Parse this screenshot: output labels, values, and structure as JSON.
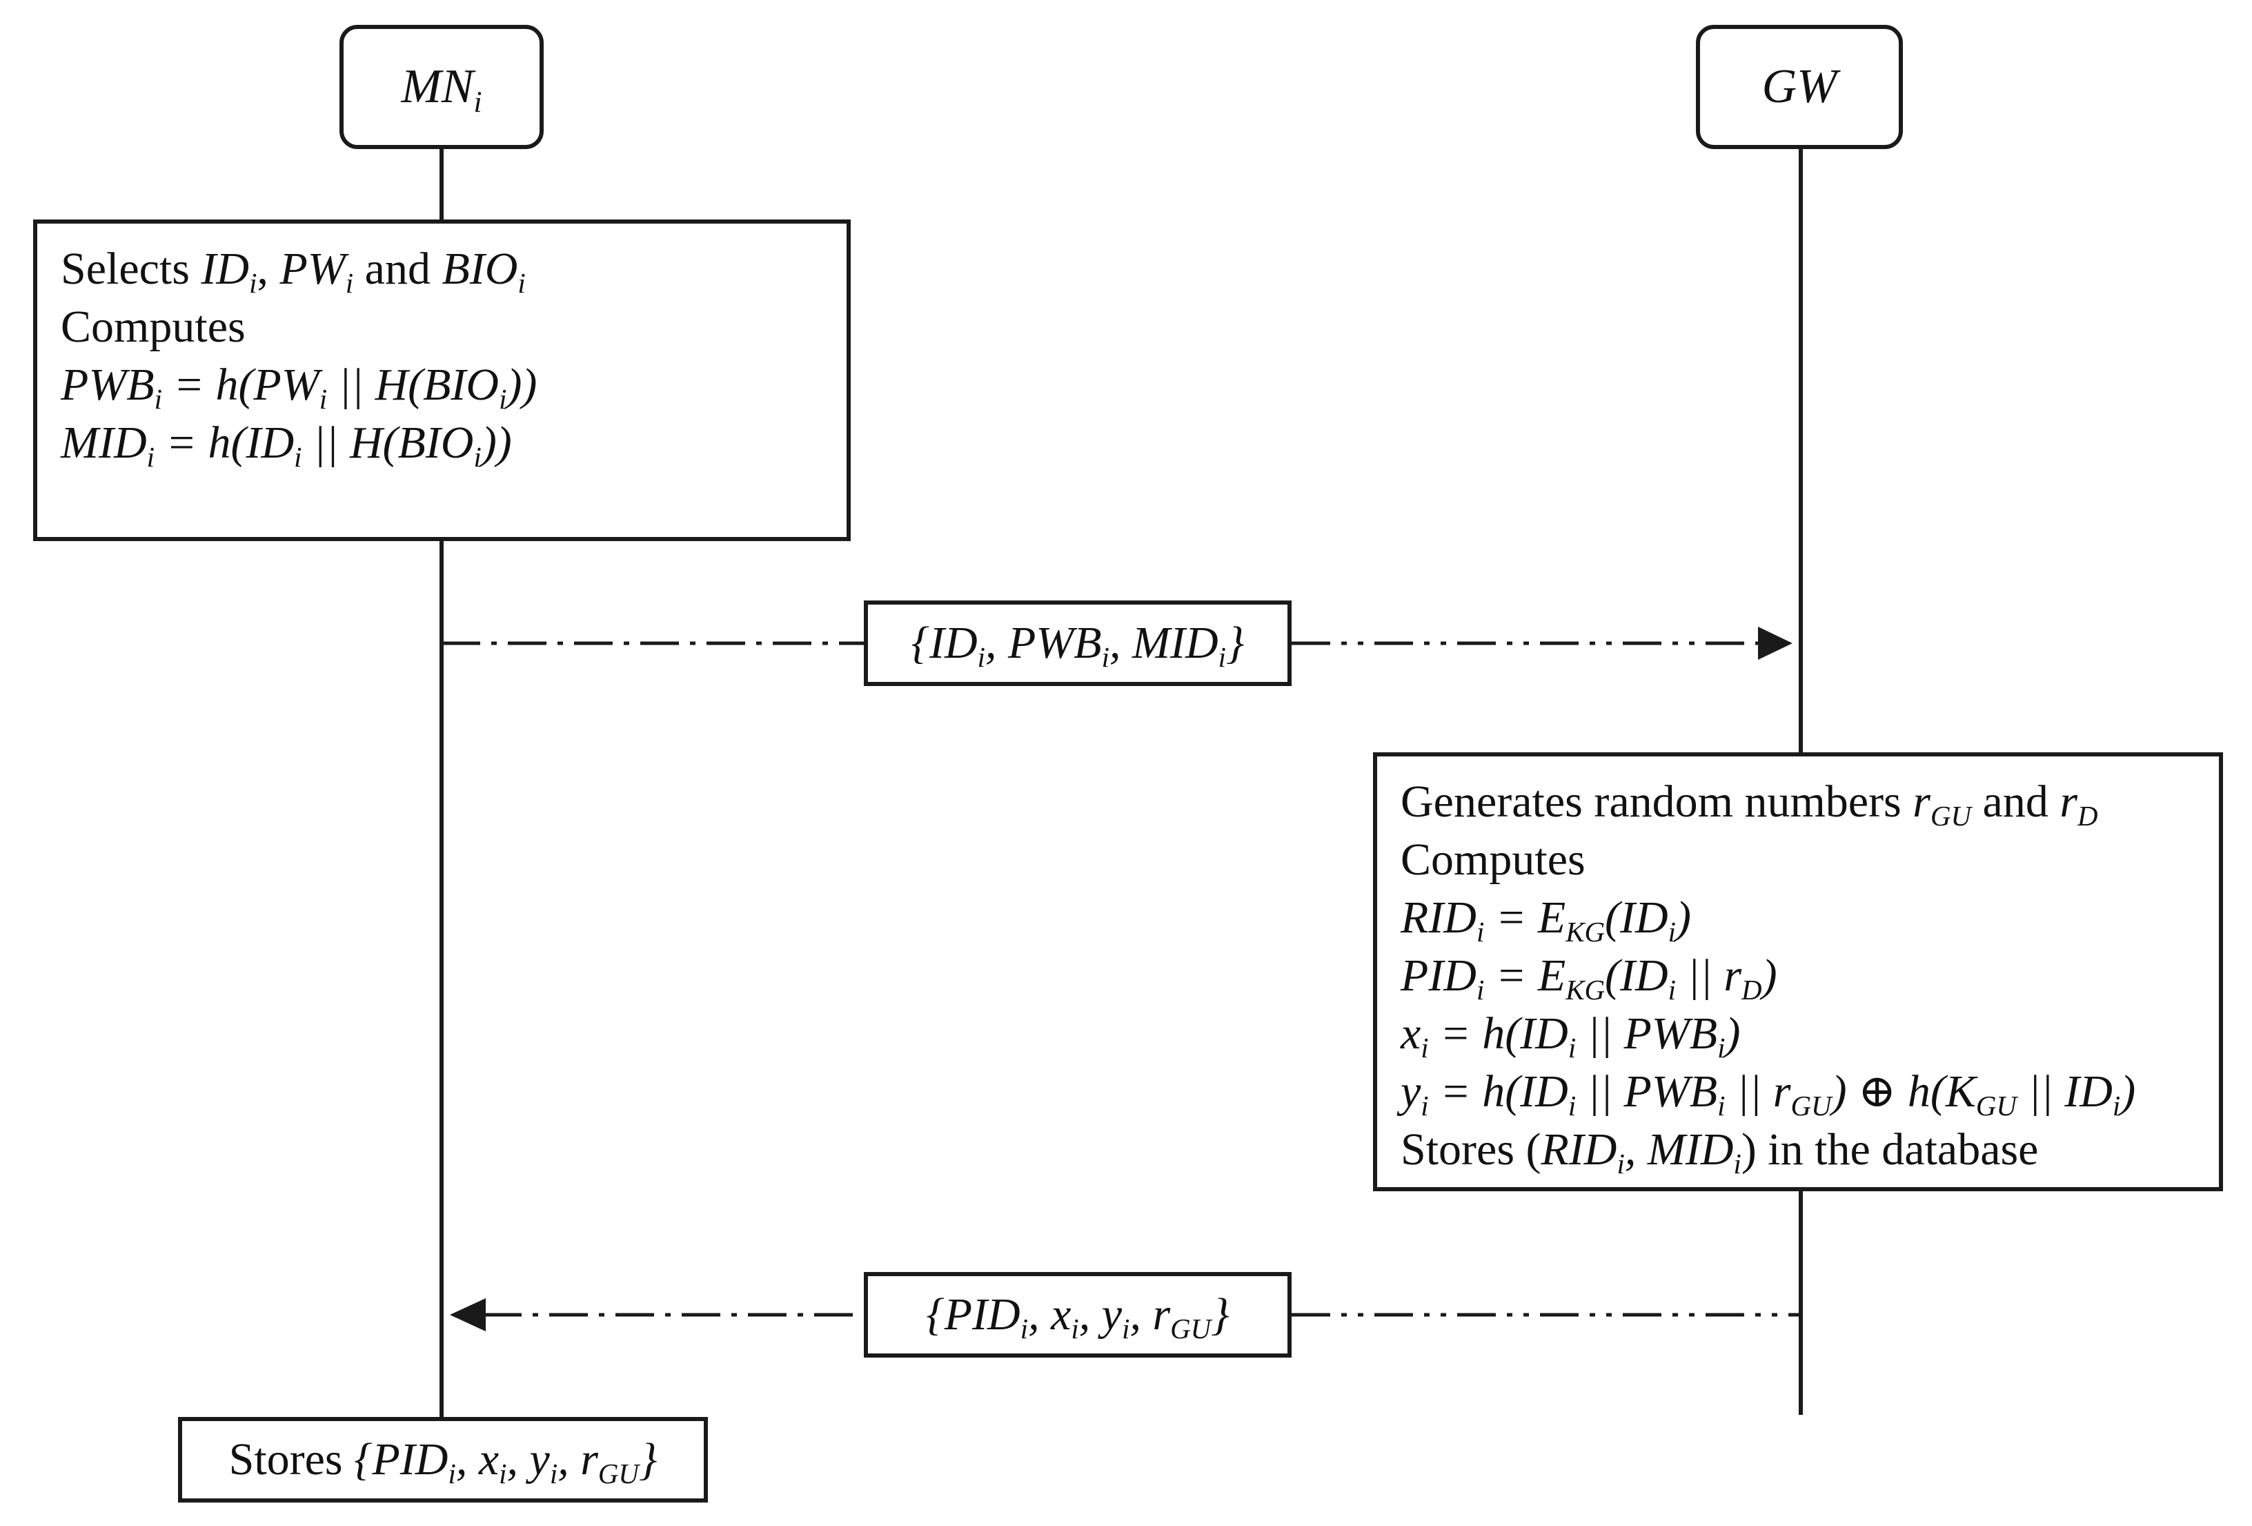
{
  "actors": {
    "left": {
      "name": "MN",
      "sub": "i"
    },
    "right": {
      "name": "GW"
    }
  },
  "mn_process": {
    "line1": {
      "word_selects": "Selects",
      "id": "ID",
      "id_sub": "i",
      "sep": ",",
      "pw": "PW",
      "pw_sub": "i",
      "word_and": "and",
      "bio": "BIO",
      "bio_sub": "i"
    },
    "line2": "Computes",
    "line3": {
      "lhs": "PWB",
      "lhs_sub": "i",
      "rhs_a": "= h(PW",
      "rhs_a_sub": "i",
      "rhs_b": " || H(BIO",
      "rhs_b_sub": "i",
      "rhs_c": "))"
    },
    "line4": {
      "lhs": "MID",
      "lhs_sub": "i",
      "rhs_a": "= h(ID",
      "rhs_a_sub": "i",
      "rhs_b": " || H(BIO",
      "rhs_b_sub": "i",
      "rhs_c": "))"
    }
  },
  "message1": {
    "open": "{ID",
    "s1": "i",
    "p2": ", PWB",
    "s2": "i",
    "p3": ", MID",
    "s3": "i",
    "close": "}"
  },
  "gw_process": {
    "line1": {
      "text": "Generates random numbers ",
      "r": "r",
      "r_sub": "GU",
      "and": " and ",
      "r2": "r",
      "r2_sub": "D"
    },
    "line2": "Computes",
    "line3": {
      "a": "RID",
      "a_sub": "i",
      "b": " = E",
      "b_sub": "KG",
      "c": "(ID",
      "c_sub": "i",
      "d": ")"
    },
    "line4": {
      "a": "PID",
      "a_sub": "i",
      "b": " = E",
      "b_sub": "KG",
      "c": "(ID",
      "c_sub": "i",
      "d": " || r",
      "d_sub": "D",
      "e": ")"
    },
    "line5": {
      "a": "x",
      "a_sub": "i",
      "b": " = h(ID",
      "b_sub": "i",
      "c": " || PWB",
      "c_sub": "i",
      "d": ")"
    },
    "line6": {
      "a": "y",
      "a_sub": "i",
      "b": " = h(ID",
      "b_sub": "i",
      "c": " || PWB",
      "c_sub": "i",
      "d": " || r",
      "d_sub": "GU",
      "e": ") ⊕ h(K",
      "e_sub": "GU",
      "f": " || ID",
      "f_sub": "i",
      "g": ")"
    },
    "line7": {
      "a": "Stores (",
      "b": "RID",
      "b_sub": "i",
      "c": ", MID",
      "c_sub": "i",
      "d": ") in the database"
    }
  },
  "message2": {
    "open": "{PID",
    "s1": "i",
    "p2": ", x",
    "s2": "i",
    "p3": ", y",
    "s3": "i",
    "p4": ", r",
    "s4": "GU",
    "close": "}"
  },
  "mn_store": {
    "word": "Stores ",
    "open": "{PID",
    "s1": "i",
    "p2": ", x",
    "s2": "i",
    "p3": ", y",
    "s3": "i",
    "p4": ", r",
    "s4": "GU",
    "close": "}"
  }
}
